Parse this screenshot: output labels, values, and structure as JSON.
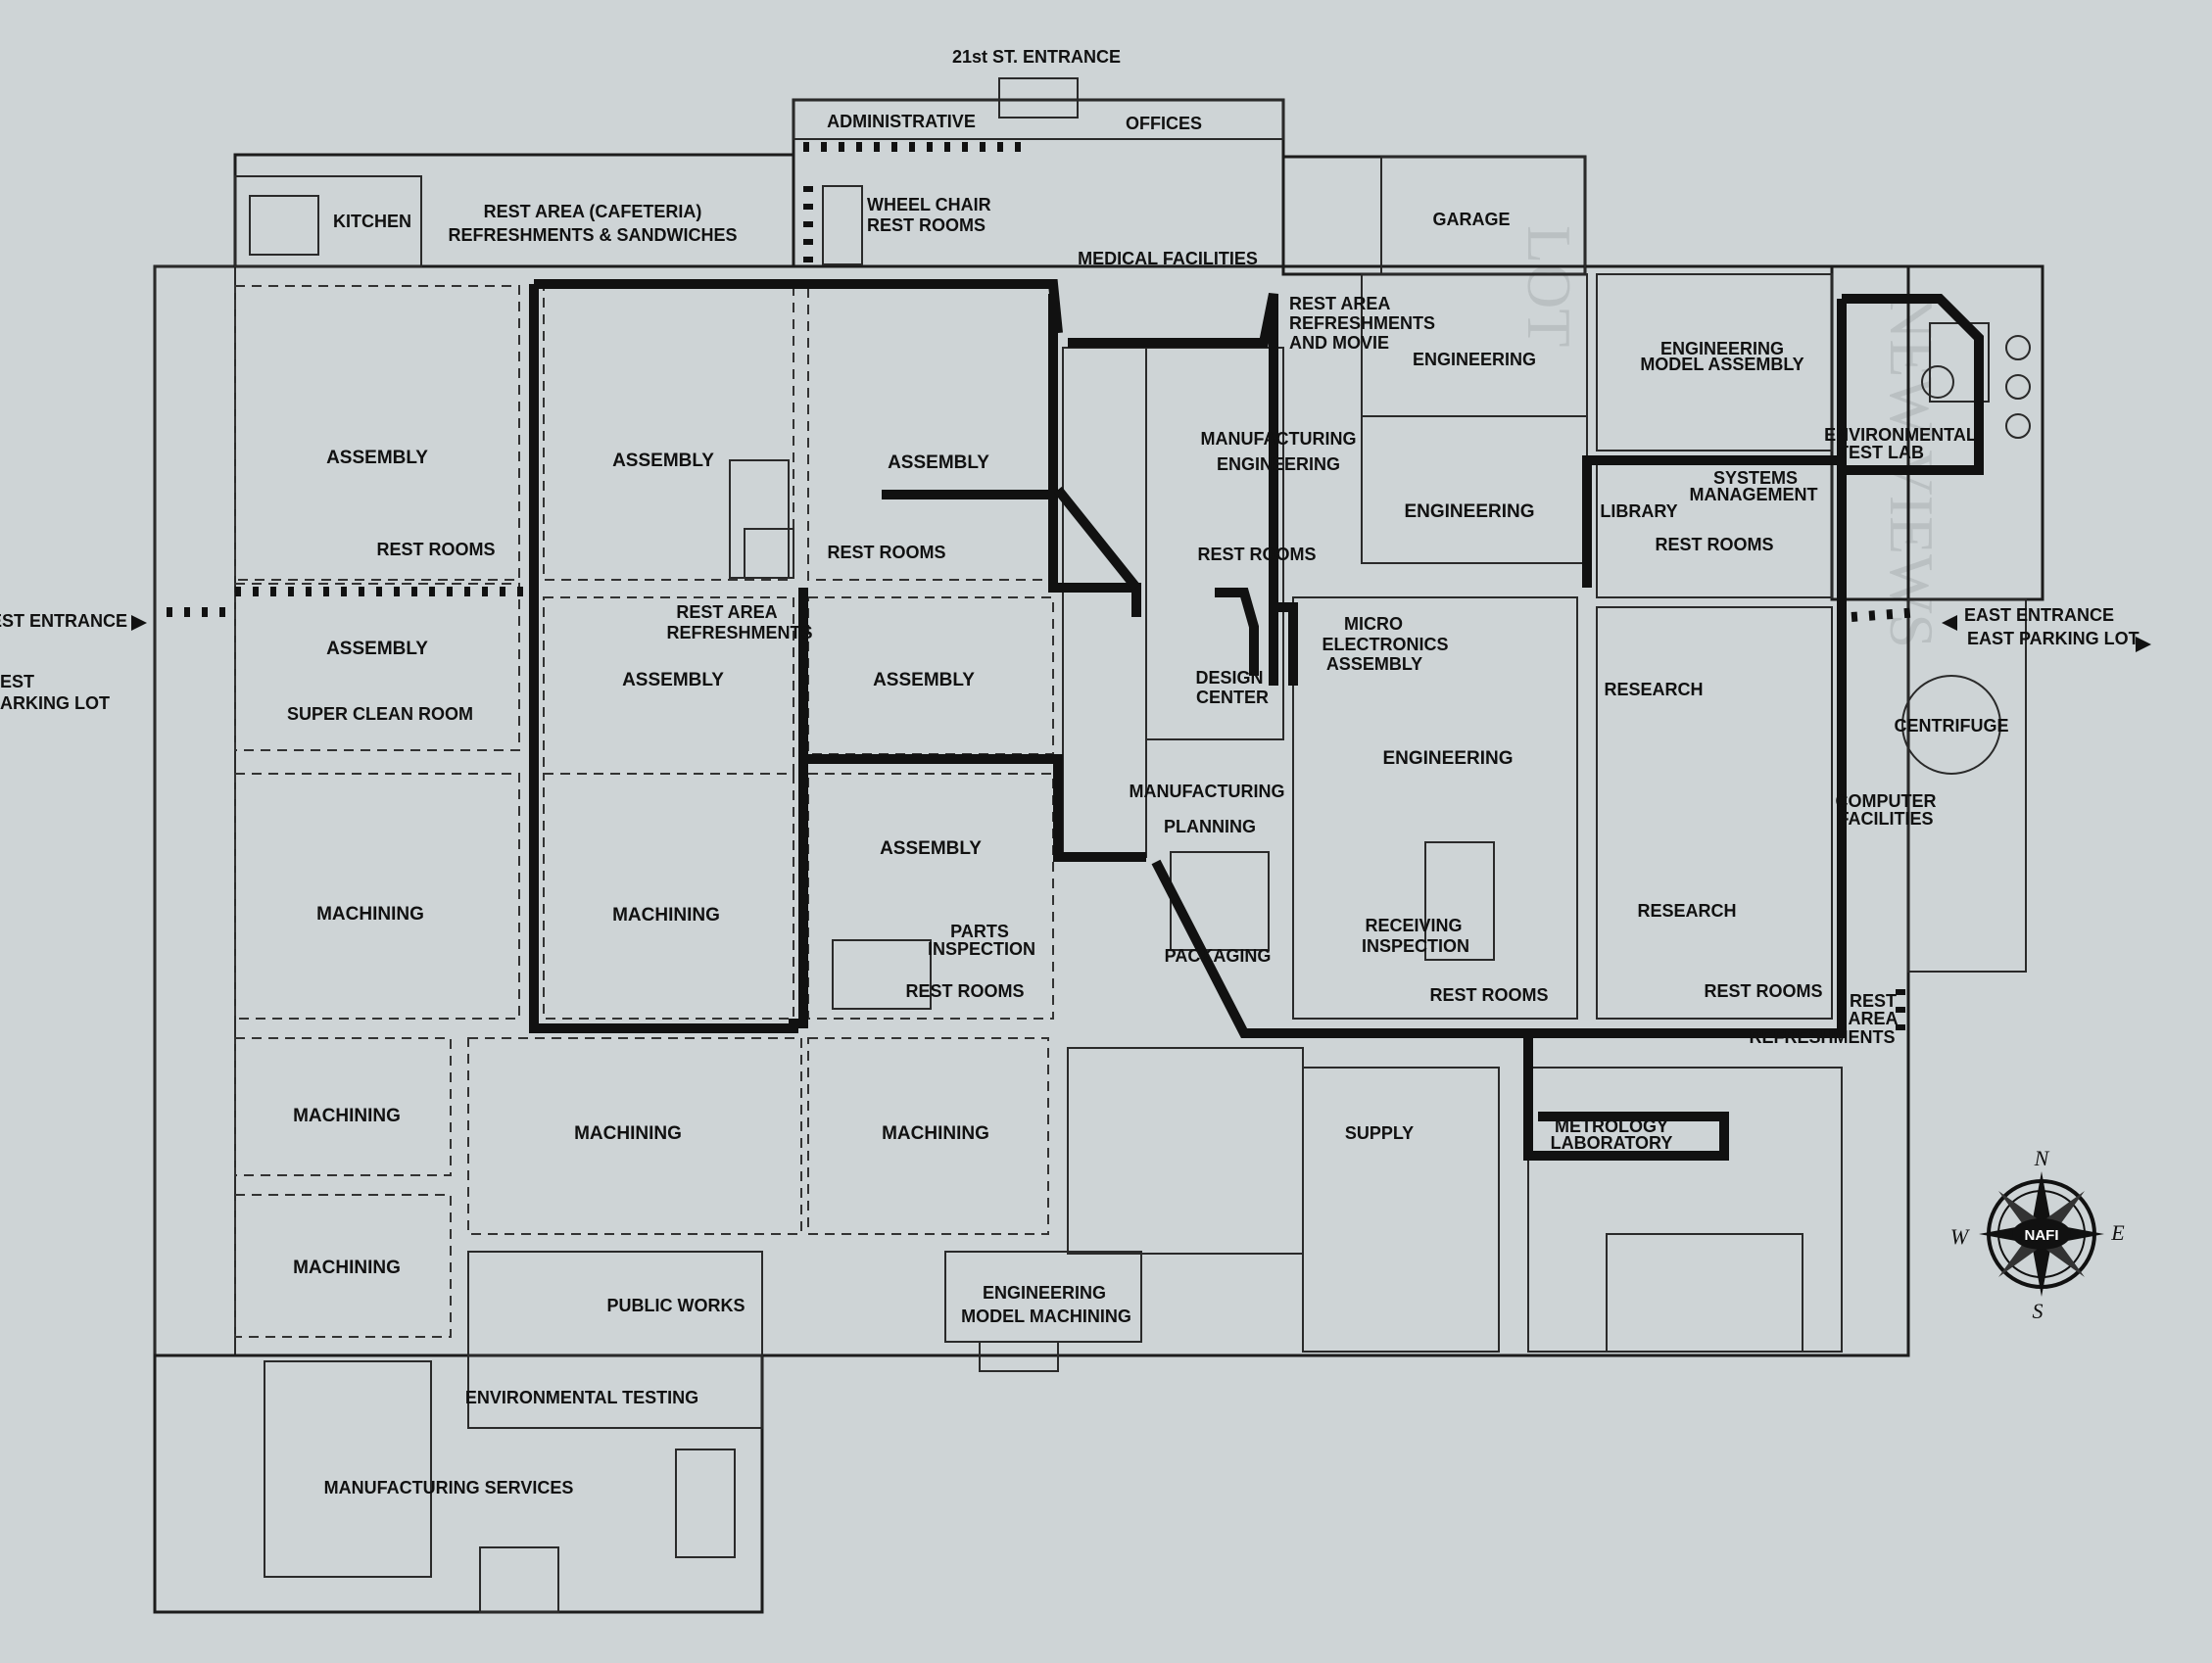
{
  "labels": {
    "entrance_21st": "21st ST. ENTRANCE",
    "administrative": "ADMINISTRATIVE",
    "offices": "OFFICES",
    "kitchen": "KITCHEN",
    "rest_cafeteria_1": "REST AREA (CAFETERIA)",
    "rest_cafeteria_2": "REFRESHMENTS & SANDWICHES",
    "wheel_chair_1": "WHEEL CHAIR",
    "wheel_chair_2": "REST ROOMS",
    "medical": "MEDICAL FACILITIES",
    "garage": "GARAGE",
    "rest_movie_1": "REST AREA",
    "rest_movie_2": "REFRESHMENTS",
    "rest_movie_3": "AND MOVIE",
    "engineering_top": "ENGINEERING",
    "eng_model_asm_1": "ENGINEERING",
    "eng_model_asm_2": "MODEL ASSEMBLY",
    "env_test_lab_1": "ENVIRONMENTAL",
    "env_test_lab_2": "TEST LAB",
    "assembly_1": "ASSEMBLY",
    "assembly_2": "ASSEMBLY",
    "assembly_3": "ASSEMBLY",
    "mfg_eng_1": "MANUFACTURING",
    "mfg_eng_2": "ENGINEERING",
    "engineering_mid": "ENGINEERING",
    "library": "LIBRARY",
    "sys_mgmt_1": "SYSTEMS",
    "sys_mgmt_2": "MANAGEMENT",
    "rest_rooms_1": "REST ROOMS",
    "rest_rooms_2": "REST ROOMS",
    "rest_rooms_3": "REST ROOMS",
    "rest_rooms_4": "REST ROOMS",
    "west_entrance": "EST ENTRANCE",
    "west_parking_1": "EST",
    "west_parking_2": "ARKING LOT",
    "east_entrance": "EAST ENTRANCE",
    "east_parking": "EAST PARKING LOT",
    "assembly_4": "ASSEMBLY",
    "rest_area_ref_1": "REST AREA",
    "rest_area_ref_2": "REFRESHMENTS",
    "assembly_5": "ASSEMBLY",
    "assembly_6": "ASSEMBLY",
    "micro_1": "MICRO",
    "micro_2": "ELECTRONICS",
    "micro_3": "ASSEMBLY",
    "design_1": "DESIGN",
    "design_2": "CENTER",
    "research_1": "RESEARCH",
    "centrifuge": "CENTRIFUGE",
    "super_clean": "SUPER CLEAN ROOM",
    "engineering_low": "ENGINEERING",
    "computer_1": "COMPUTER",
    "computer_2": "FACILITIES",
    "mfg_plan_1": "MANUFACTURING",
    "mfg_plan_2": "PLANNING",
    "assembly_7": "ASSEMBLY",
    "machining_1": "MACHINING",
    "machining_2": "MACHINING",
    "parts_1": "PARTS",
    "parts_2": "INSPECTION",
    "receiving_1": "RECEIVING",
    "receiving_2": "INSPECTION",
    "research_2": "RESEARCH",
    "packaging": "PACKAGING",
    "rest_rooms_5": "REST ROOMS",
    "rest_rooms_6": "REST ROOMS",
    "rest_rooms_7": "REST ROOMS",
    "rest_ref_se_1": "REST",
    "rest_ref_se_2": "AREA",
    "rest_ref_se_3": "REFRESHMENTS",
    "machining_3": "MACHINING",
    "machining_4": "MACHINING",
    "machining_5": "MACHINING",
    "supply": "SUPPLY",
    "metrology_1": "METROLOGY",
    "metrology_2": "LABORATORY",
    "machining_6": "MACHINING",
    "public_works": "PUBLIC WORKS",
    "eng_model_mach_1": "ENGINEERING",
    "eng_model_mach_2": "MODEL MACHINING",
    "env_testing": "ENVIRONMENTAL TESTING",
    "mfg_services": "MANUFACTURING SERVICES"
  },
  "compass": {
    "n": "N",
    "s": "S",
    "w": "W",
    "e": "E",
    "badge": "NAFI"
  },
  "colors": {
    "paper": "#ced4d6",
    "ink": "#111111"
  }
}
